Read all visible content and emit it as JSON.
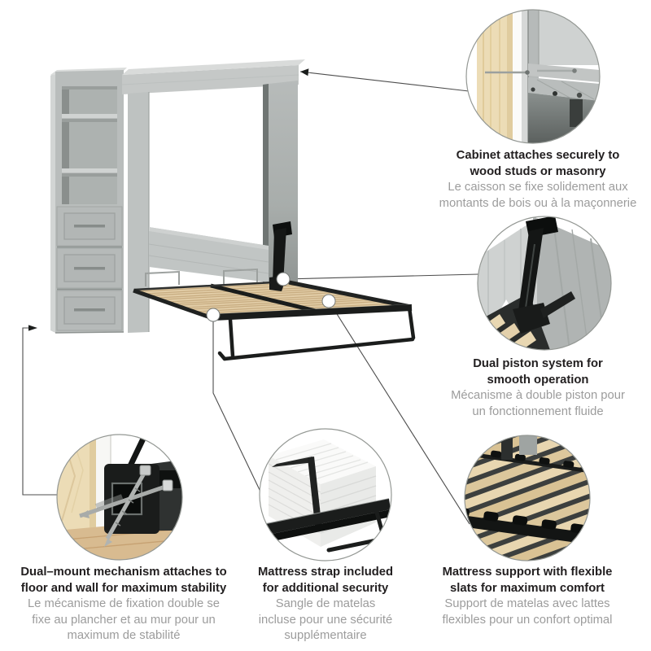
{
  "page": {
    "background": "#ffffff",
    "type": "product-feature-diagram",
    "subject": "wall-bed-with-storage-cabinet"
  },
  "colors": {
    "text_primary": "#232021",
    "text_secondary": "#9c9c9c",
    "cabinet_gray": "#b9bdbc",
    "cabinet_gray_light": "#d9dbda",
    "cabinet_gray_dark": "#8f9492",
    "slat_wood": "#e2cda7",
    "stud_wood": "#ecdcb6",
    "floor_wood": "#d8bb90",
    "metal_black": "#1b1d1c",
    "connector_line": "#4d4d4d",
    "circle_border": "#949894"
  },
  "callouts": [
    {
      "id": "cabinet-attachment",
      "en": [
        "Cabinet attaches securely to",
        "wood studs or masonry"
      ],
      "fr": [
        "Le caisson se fixe solidement aux",
        "montants de bois ou à la maçonnerie"
      ]
    },
    {
      "id": "dual-piston",
      "en": [
        "Dual piston system for",
        "smooth operation"
      ],
      "fr": [
        "Mécanisme à double piston pour",
        "un fonctionnement fluide"
      ]
    },
    {
      "id": "dual-mount",
      "en": [
        "Dual–mount mechanism attaches to",
        "floor and wall for maximum stability"
      ],
      "fr": [
        "Le mécanisme de fixation double se",
        "fixe au plancher et au mur pour un",
        "maximum de stabilité"
      ]
    },
    {
      "id": "mattress-strap",
      "en": [
        "Mattress strap included",
        "for additional security"
      ],
      "fr": [
        "Sangle de matelas",
        "incluse pour une sécurité",
        "supplémentaire"
      ]
    },
    {
      "id": "mattress-support",
      "en": [
        "Mattress support with flexible",
        "slats for maximum comfort"
      ],
      "fr": [
        "Support de matelas avec lattes",
        "flexibles pour un confort optimal"
      ]
    }
  ]
}
